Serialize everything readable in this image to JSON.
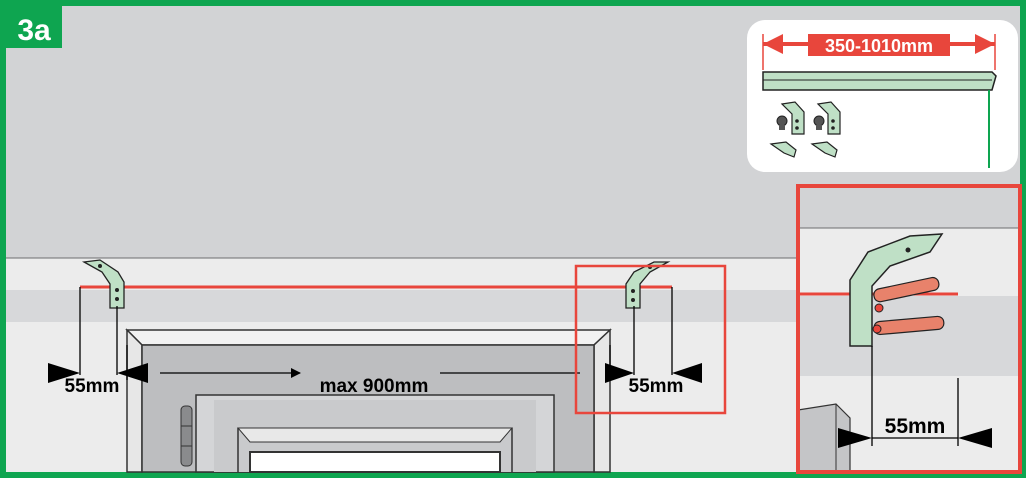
{
  "step": {
    "label": "3a"
  },
  "inset": {
    "rail_length": "350-1010mm"
  },
  "main": {
    "left_offset": "55mm",
    "span": "max 900mm",
    "right_offset": "55mm"
  },
  "detail": {
    "offset": "55mm"
  },
  "colors": {
    "frame": "#0ea550",
    "accent_red": "#e8463c",
    "wall": "#d2d3d5",
    "bracket": "#bfe0c6"
  },
  "icons": [
    "bracket-icon",
    "screw-icon",
    "wall-plug-icon",
    "rail-icon",
    "hinge-icon"
  ]
}
